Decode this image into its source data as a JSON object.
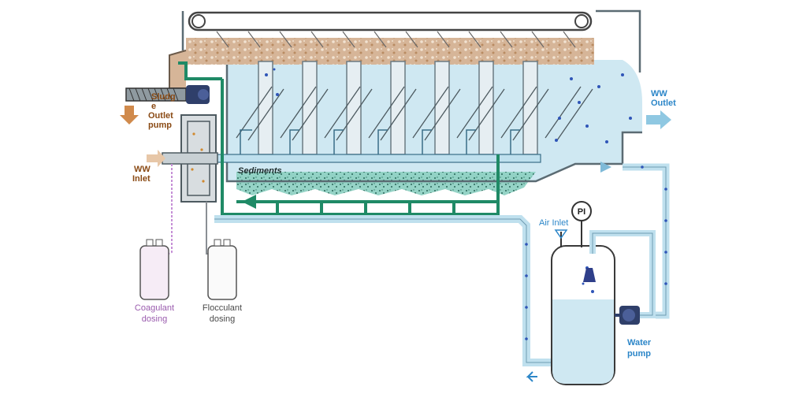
{
  "labels": {
    "sludge_outlet_line1": "Sludg",
    "sludge_outlet_line2": "e",
    "sludge_outlet_line3": "Outlet",
    "sludge_outlet_line4": "pump",
    "ww_inlet_line1": "WW",
    "ww_inlet_line2": "Inlet",
    "ww_outlet_line1": "WW",
    "ww_outlet_line2": "Outlet",
    "sediments": "Sediments",
    "coagulant_line1": "Coagulant",
    "coagulant_line2": "dosing",
    "flocculant_line1": "Flocculant",
    "flocculant_line2": "dosing",
    "air_inlet": "Air Inlet",
    "pressure_indicator": "PI",
    "water_pump_line1": "Water",
    "water_pump_line2": "pump"
  },
  "colors": {
    "water": "#cfe8f2",
    "sludge": "#d9b99a",
    "pipe_green": "#1f8a66",
    "pipe_blue": "#bfe0ee",
    "pipe_outline": "#3a6e88",
    "bubble": "#2f55b8",
    "brown_label": "#8a4a14",
    "blue_label": "#2c86c8",
    "sediment": "#3f8f78"
  }
}
